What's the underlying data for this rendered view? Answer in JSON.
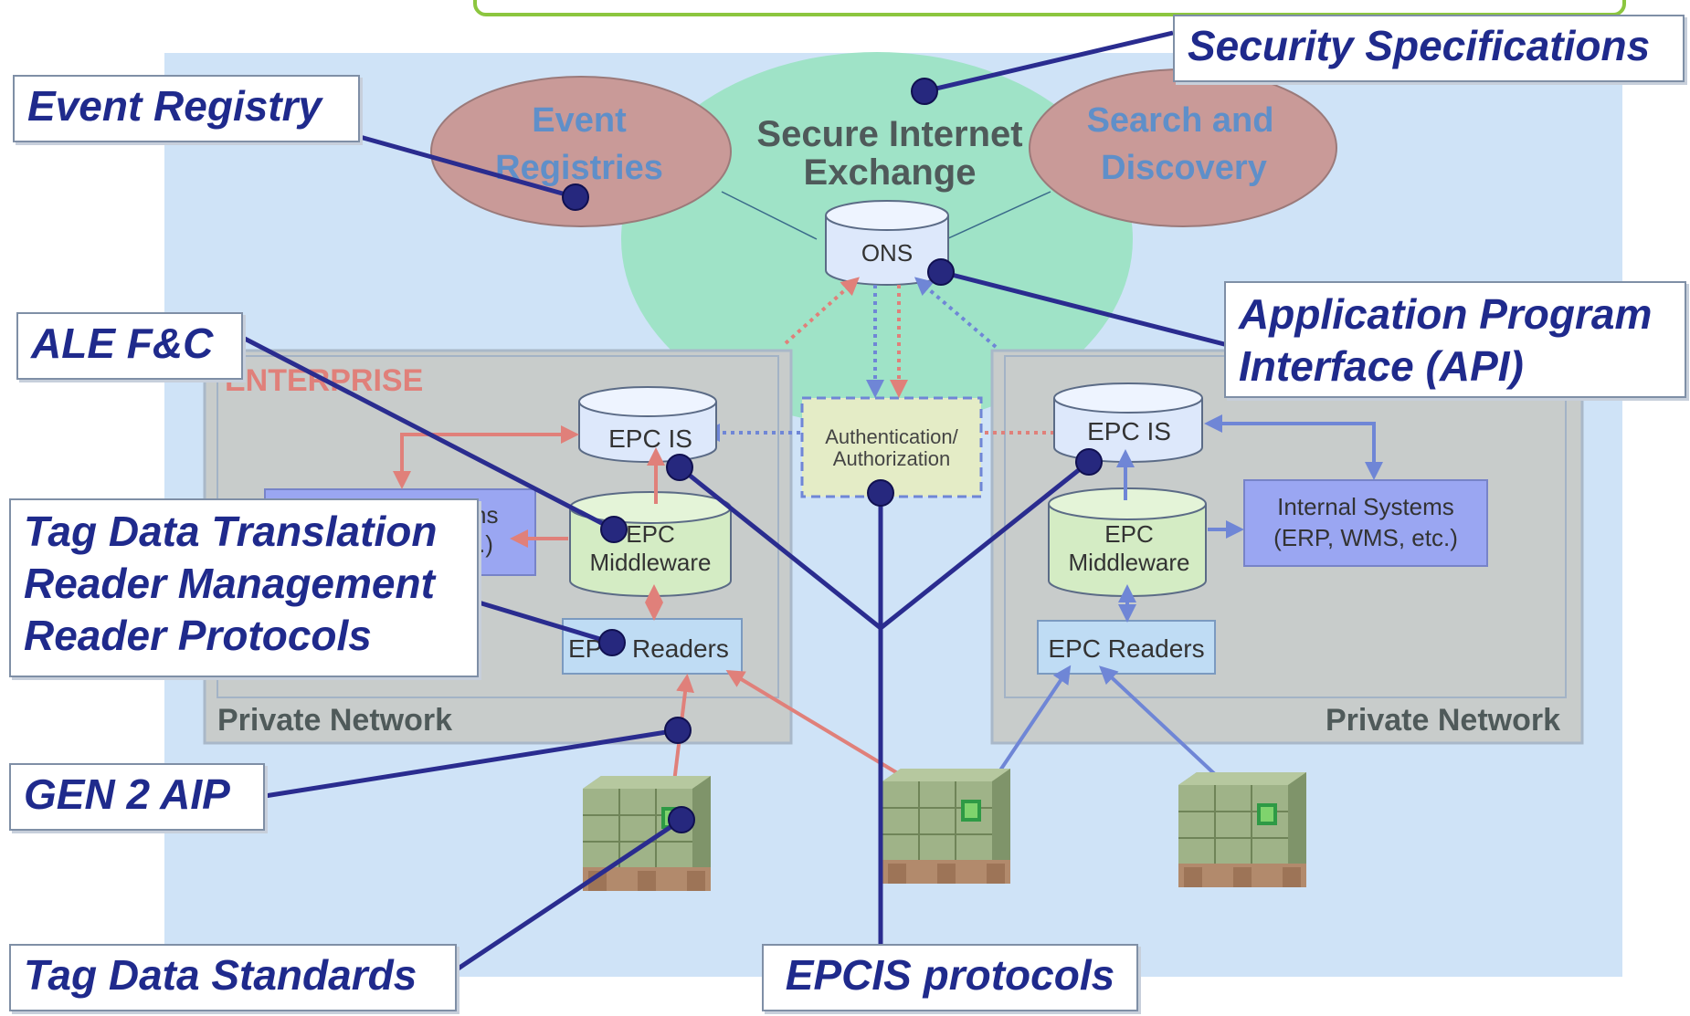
{
  "colors": {
    "background": "#cfe3f7",
    "secure_exchange": "#9fe3c7",
    "registry_ellipse": "#c99a98",
    "registry_text": "#5f8fc9",
    "network_box": "#c8cccb",
    "callout_text": "#1f2a8c",
    "connector": "#2a2c8f",
    "dot": "#26287e",
    "red_arrow": "#e0807a",
    "blue_arrow": "#6f86d6",
    "internal_systems": "#9aa6f2",
    "db_fill": "#dde8fb",
    "middleware_fill": "#d4ecc4"
  },
  "diagram": {
    "secure_exchange": {
      "line1": "Secure Internet",
      "line2": "Exchange"
    },
    "event_registries": {
      "line1": "Event",
      "line2": "Registries"
    },
    "search_discovery": {
      "line1": "Search and",
      "line2": "Discovery"
    },
    "ons": "ONS",
    "enterprise": "ENTERPRISE",
    "auth": {
      "line1": "Authentication/",
      "line2": "Authorization"
    },
    "left_network": {
      "epc_is": "EPC IS",
      "internal_line1": "ns",
      "internal_line2": ".)",
      "middleware_line1": "EPC",
      "middleware_line2": "Middleware",
      "readers_prefix": "EP",
      "readers_suffix": "Readers",
      "label": "Private Network"
    },
    "right_network": {
      "epc_is": "EPC IS",
      "internal_line1": "Internal Systems",
      "internal_line2": "(ERP, WMS, etc.)",
      "middleware_line1": "EPC",
      "middleware_line2": "Middleware",
      "readers": "EPC Readers",
      "label": "Private Network"
    },
    "pallet_icon": "pallet-icon"
  },
  "callouts": {
    "security_specifications": "Security Specifications",
    "event_registry": "Event Registry",
    "ale_fc": "ALE F&C",
    "application_program_interface": "Application Program\nInterface (API)",
    "tag_data_translation": "Tag Data Translation\nReader Management\nReader Protocols",
    "gen2_aip": "GEN 2 AIP",
    "tag_data_standards": "Tag Data Standards",
    "epcis_protocols": "EPCIS protocols"
  }
}
